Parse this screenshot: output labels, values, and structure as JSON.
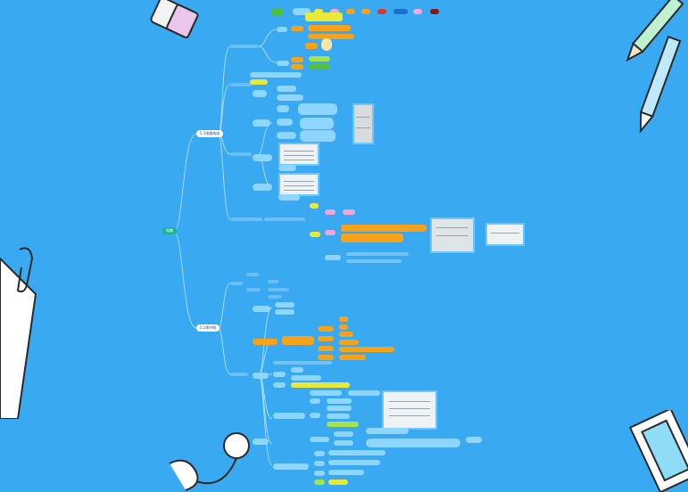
{
  "root": {
    "label": "电路"
  },
  "branches": [
    {
      "label": "5.1电路构成"
    },
    {
      "label": "5.2串并联"
    }
  ],
  "toolbar": {
    "items": [
      {
        "label": "",
        "color": "#4fbf3a"
      },
      {
        "label": "",
        "color": "#8fd6ff"
      },
      {
        "label": "",
        "color": "#e9e93a"
      },
      {
        "label": "",
        "color": "#f3a6d8"
      },
      {
        "label": "",
        "color": "#f7a21b"
      },
      {
        "label": "",
        "color": "#f7a21b"
      },
      {
        "label": "",
        "color": "#e0342e"
      },
      {
        "label": "",
        "color": "#1f6ecf"
      },
      {
        "label": "",
        "color": "#f3a6d8"
      },
      {
        "label": "",
        "color": "#8a1414"
      }
    ]
  },
  "colors": {
    "background": "#39a9f2",
    "root": "#1ab58e",
    "branch": "#ffffff",
    "connector": "#bfe6ff",
    "highlight_orange": "#f7a21b",
    "highlight_yellow": "#e9e93a"
  },
  "icons": [
    "pencil-icon",
    "paperclip-icon",
    "earphones-icon",
    "eraser-icon"
  ]
}
